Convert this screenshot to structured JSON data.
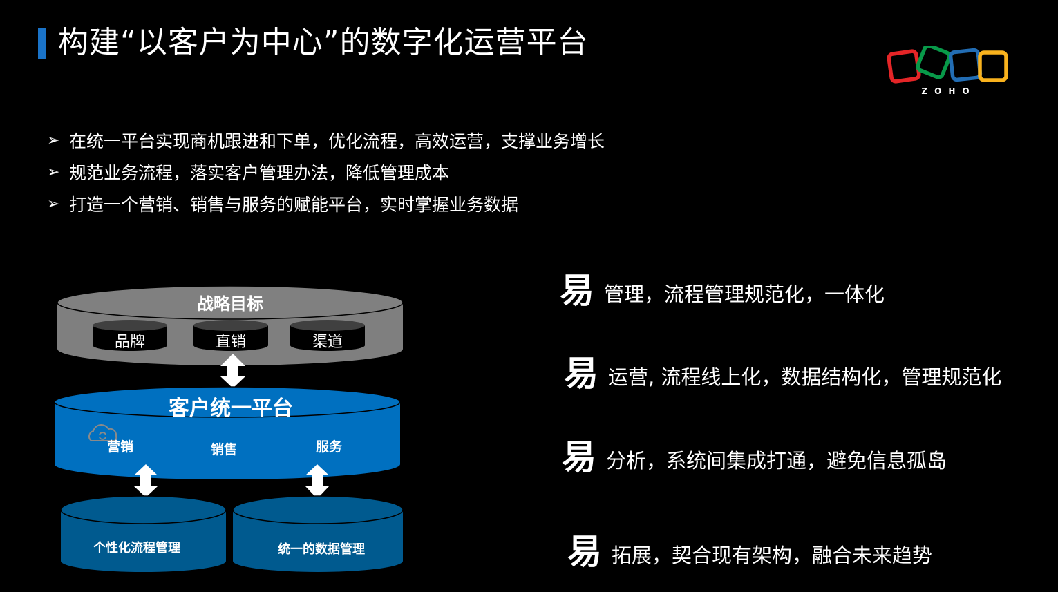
{
  "header": {
    "title": "构建“以客户为中心”的数字化运营平台",
    "accent_color": "#1a73c8"
  },
  "logo": {
    "text": "ZOHO",
    "colors": [
      "#e42527",
      "#089949",
      "#226db4",
      "#f9b21d"
    ]
  },
  "bullets": [
    {
      "icon": "arrowhead-bullet-icon",
      "symbol": "➢",
      "text": "在统一平台实现商机跟进和下单，优化流程，高效运营，支撑业务增长"
    },
    {
      "icon": "arrowhead-bullet-icon",
      "symbol": "➢",
      "text": "规范业务流程，落实客户管理办法，降低管理成本"
    },
    {
      "icon": "arrowhead-bullet-icon",
      "symbol": "➢",
      "text": "打造一个营销、销售与服务的赋能平台，实时掌握业务数据"
    }
  ],
  "diagram": {
    "strategy": {
      "title": "战略目标",
      "color": "#808080",
      "items": [
        "品牌",
        "直销",
        "渠道"
      ]
    },
    "platform": {
      "title": "客户统一平台",
      "color": "#0070c0",
      "items": [
        "营销",
        "销售",
        "服务"
      ]
    },
    "bottom": [
      {
        "label": "个性化流程管理",
        "color": "#005a8f"
      },
      {
        "label": "统一的数据管理",
        "color": "#005a8f"
      }
    ],
    "arrow_color": "#3aa8e0"
  },
  "benefits": [
    {
      "char": "易",
      "text": "管理，流程管理规范化，一体化"
    },
    {
      "char": "易",
      "text": "运营, 流程线上化，数据结构化，管理规范化"
    },
    {
      "char": "易",
      "text": "分析，系统间集成打通，避免信息孤岛"
    },
    {
      "char": "易",
      "text": "拓展，契合现有架构，融合未来趋势"
    }
  ]
}
